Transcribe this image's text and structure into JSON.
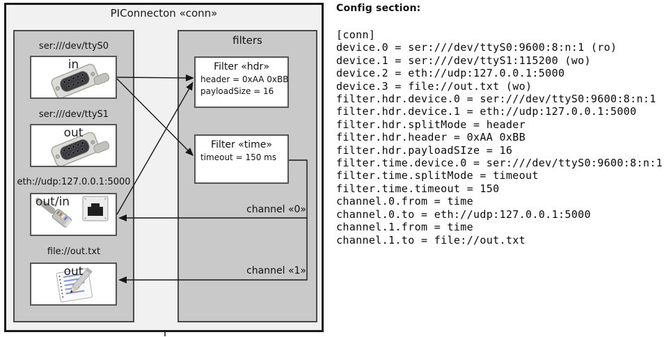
{
  "diagram": {
    "title": "PIConnecton «conn»",
    "devices_panel": {
      "devices": [
        {
          "label": "ser:///dev/ttyS0",
          "name": "in",
          "icon": "serial-connector-icon"
        },
        {
          "label": "ser:///dev/ttyS1",
          "name": "out",
          "icon": "serial-connector-icon"
        },
        {
          "label": "eth://udp:127.0.0.1:5000",
          "name": "out/in",
          "icon": "ethernet-connector-icon"
        },
        {
          "label": "file://out.txt",
          "name": "out",
          "icon": "document-icon"
        }
      ]
    },
    "filters_panel": {
      "title": "filters",
      "filters": [
        {
          "title": "Filter «hdr»",
          "attributes": [
            "header = 0xAA 0xBB",
            "payloadSize = 16"
          ]
        },
        {
          "title": "Filter «time»",
          "attributes": [
            "timeout = 150 ms"
          ]
        }
      ]
    },
    "channels": [
      {
        "label": "channel «0»"
      },
      {
        "label": "channel «1»"
      }
    ]
  },
  "config": {
    "heading": "Config section:",
    "lines": [
      "[conn]",
      "device.0 = ser:///dev/ttyS0:9600:8:n:1 (ro)",
      "device.1 = ser:///dev/ttyS1:115200 (wo)",
      "device.2 = eth://udp:127.0.0.1:5000",
      "device.3 = file://out.txt (wo)",
      "filter.hdr.device.0 = ser:///dev/ttyS0:9600:8:n:1",
      "filter.hdr.device.1 = eth://udp:127.0.0.1:5000",
      "filter.hdr.splitMode = header",
      "filter.hdr.header = 0xAA 0xBB",
      "filter.hdr.payloadSIze = 16",
      "filter.time.device.0 = ser:///dev/ttyS0:9600:8:n:1",
      "filter.time.splitMode = timeout",
      "filter.time.timeout = 150",
      "channel.0.from = time",
      "channel.0.to = eth://udp:127.0.0.1:5000",
      "channel.1.from = time",
      "channel.1.to = file://out.txt"
    ]
  },
  "colors": {
    "outer_background": "#f1f1f1",
    "panel_gray": "#c9c9c9",
    "box_white": "#ffffff",
    "outer_border": "#1a1a1a",
    "panel_border": "#4a4a4a",
    "box_border": "#555555",
    "line_black": "#161616"
  }
}
